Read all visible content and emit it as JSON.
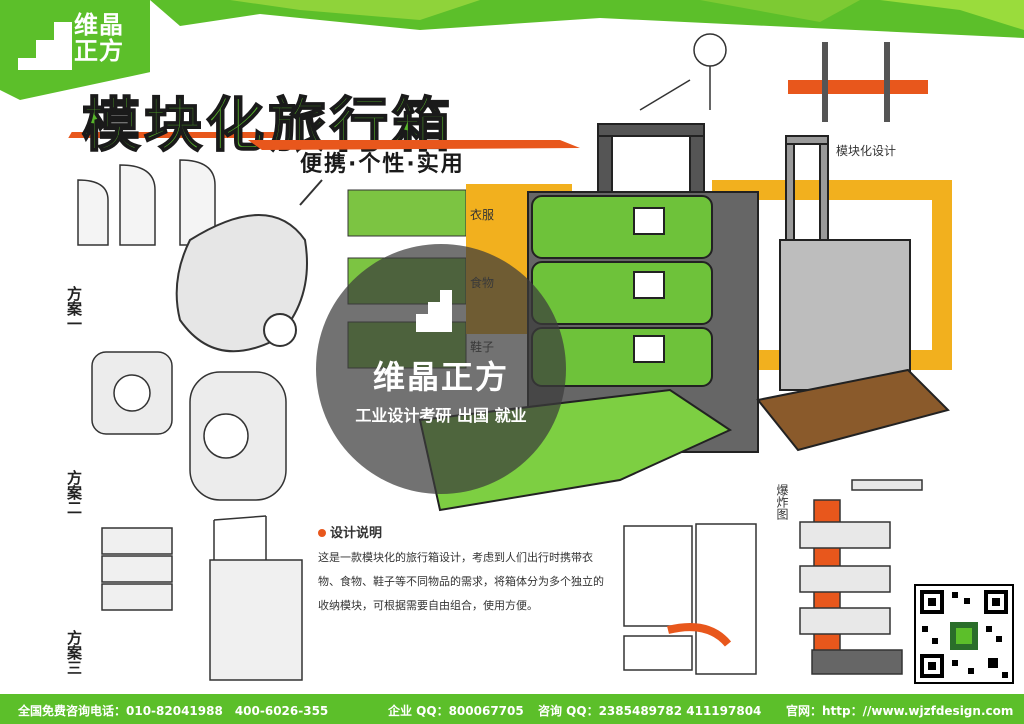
{
  "brand": {
    "name": "维晶正方",
    "tagline": "工业设计考研 出国 就业"
  },
  "page": {
    "title": "模块化旅行箱",
    "subtitle": "便携·个性·实用"
  },
  "sketch_labels": {
    "icon_clothes": "衣服",
    "icon_food": "食物",
    "icon_shoes": "鞋子",
    "scheme1": "方案一",
    "scheme2": "方案二",
    "scheme3": "方案三",
    "module_note": "模块化设计",
    "explosion": "爆炸图",
    "design_title": "设计说明",
    "design_text": "这是一款模块化的旅行箱设计，考虑到人们出行时携带衣物、食物、鞋子等不同物品的需求，将箱体分为多个独立的收纳模块，可根据需要自由组合，使用方便。"
  },
  "footer": {
    "hotline": "全国免费咨询电话：010-82041988　400-6026-355",
    "qq": "企业 QQ：800067705",
    "consult": "咨询 QQ：2385489782  411197804",
    "website": "官网：http：//www.wjzfdesign.com"
  },
  "colors": {
    "green": "#5cbf2a",
    "orange": "#e8571c",
    "yellow": "#f2b01e",
    "dark": "#333333"
  }
}
